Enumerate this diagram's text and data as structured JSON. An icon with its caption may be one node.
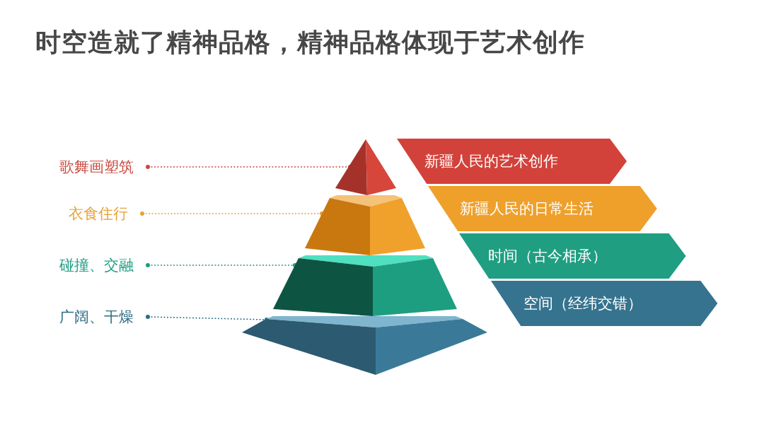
{
  "diagram": {
    "title": "时空造就了精神品格，精神品格体现于艺术创作",
    "nodes": [
      {
        "text": [
          "歌舞画塑筑"
        ]
      },
      {
        "text": [
          "衣食住行"
        ]
      },
      {
        "text": [
          "碰撞、交融"
        ]
      },
      {
        "text": [
          "广阔、干燥"
        ]
      },
      {
        "text": [],
        "shape": "triangle"
      },
      {
        "text": [],
        "shape": "trapezoid"
      },
      {
        "text": [],
        "shape": "trapezoid"
      },
      {
        "text": [],
        "shape": "trapezoid"
      },
      {
        "text": [
          "新疆人民的艺术创作"
        ]
      },
      {
        "text": [
          "新疆人民的日常生活"
        ]
      },
      {
        "text": [
          "时间（古今相承）"
        ]
      },
      {
        "text": [
          "空间（经纬交错）"
        ]
      }
    ],
    "edges": [
      {
        "from": 0,
        "to": 4,
        "arrow": "other",
        "style": "dashed",
        "color": "#c94a3f"
      },
      {
        "from": 1,
        "to": 5,
        "arrow": "other",
        "style": "dashed",
        "color": "#e8a238"
      },
      {
        "from": 2,
        "to": 6,
        "arrow": "other",
        "style": "dashed",
        "color": "#1f9e82"
      },
      {
        "from": 3,
        "to": 7,
        "arrow": "other",
        "style": "dashed",
        "color": "#2e6d83"
      }
    ]
  }
}
